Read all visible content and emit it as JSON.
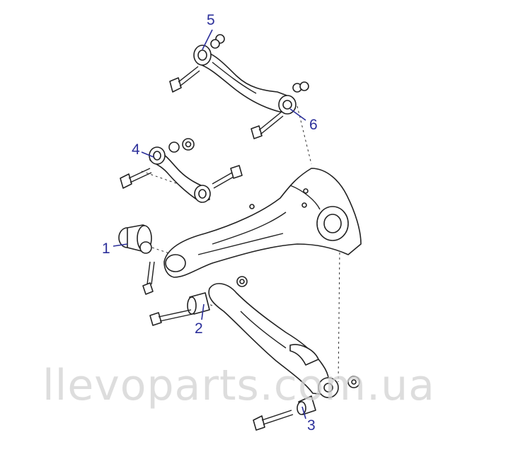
{
  "callouts": [
    {
      "id": "1",
      "text": "1"
    },
    {
      "id": "2",
      "text": "2"
    },
    {
      "id": "3",
      "text": "3"
    },
    {
      "id": "4",
      "text": "4"
    },
    {
      "id": "5",
      "text": "5"
    },
    {
      "id": "6",
      "text": "6"
    }
  ],
  "watermark": "llevoparts.com.ua",
  "colors": {
    "callout": "#2b2f9a",
    "linework": "#222222",
    "watermark": "#d2d2d2"
  }
}
